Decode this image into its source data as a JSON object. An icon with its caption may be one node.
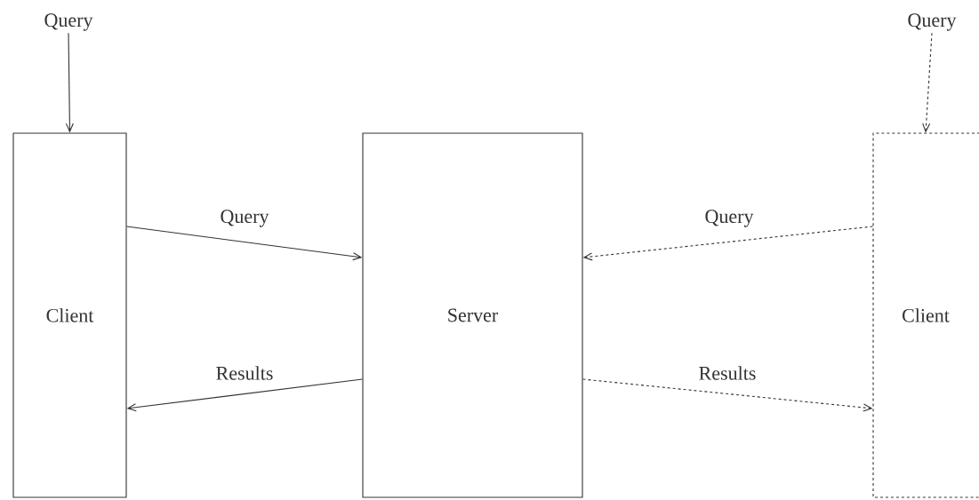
{
  "diagram": {
    "nodes": [
      {
        "text": [
          "Query"
        ]
      },
      {
        "text": [
          "Client"
        ]
      },
      {
        "text": [
          "Server"
        ]
      },
      {
        "text": [
          "Client"
        ]
      },
      {
        "text": [
          "Query"
        ]
      }
    ],
    "edges": [
      {
        "from": 0,
        "to": 1,
        "arrow": "to"
      },
      {
        "from": 1,
        "to": 2,
        "arrow": "to",
        "label": "Query"
      },
      {
        "from": 2,
        "to": 1,
        "arrow": "to",
        "label": "Results"
      },
      {
        "from": 3,
        "to": 2,
        "arrow": "to",
        "label": "Query",
        "style": "dashed"
      },
      {
        "from": 2,
        "to": 3,
        "arrow": "to",
        "label": "Results",
        "style": "dashed"
      },
      {
        "from": 4,
        "to": 3,
        "arrow": "to",
        "style": "dashed"
      }
    ]
  }
}
